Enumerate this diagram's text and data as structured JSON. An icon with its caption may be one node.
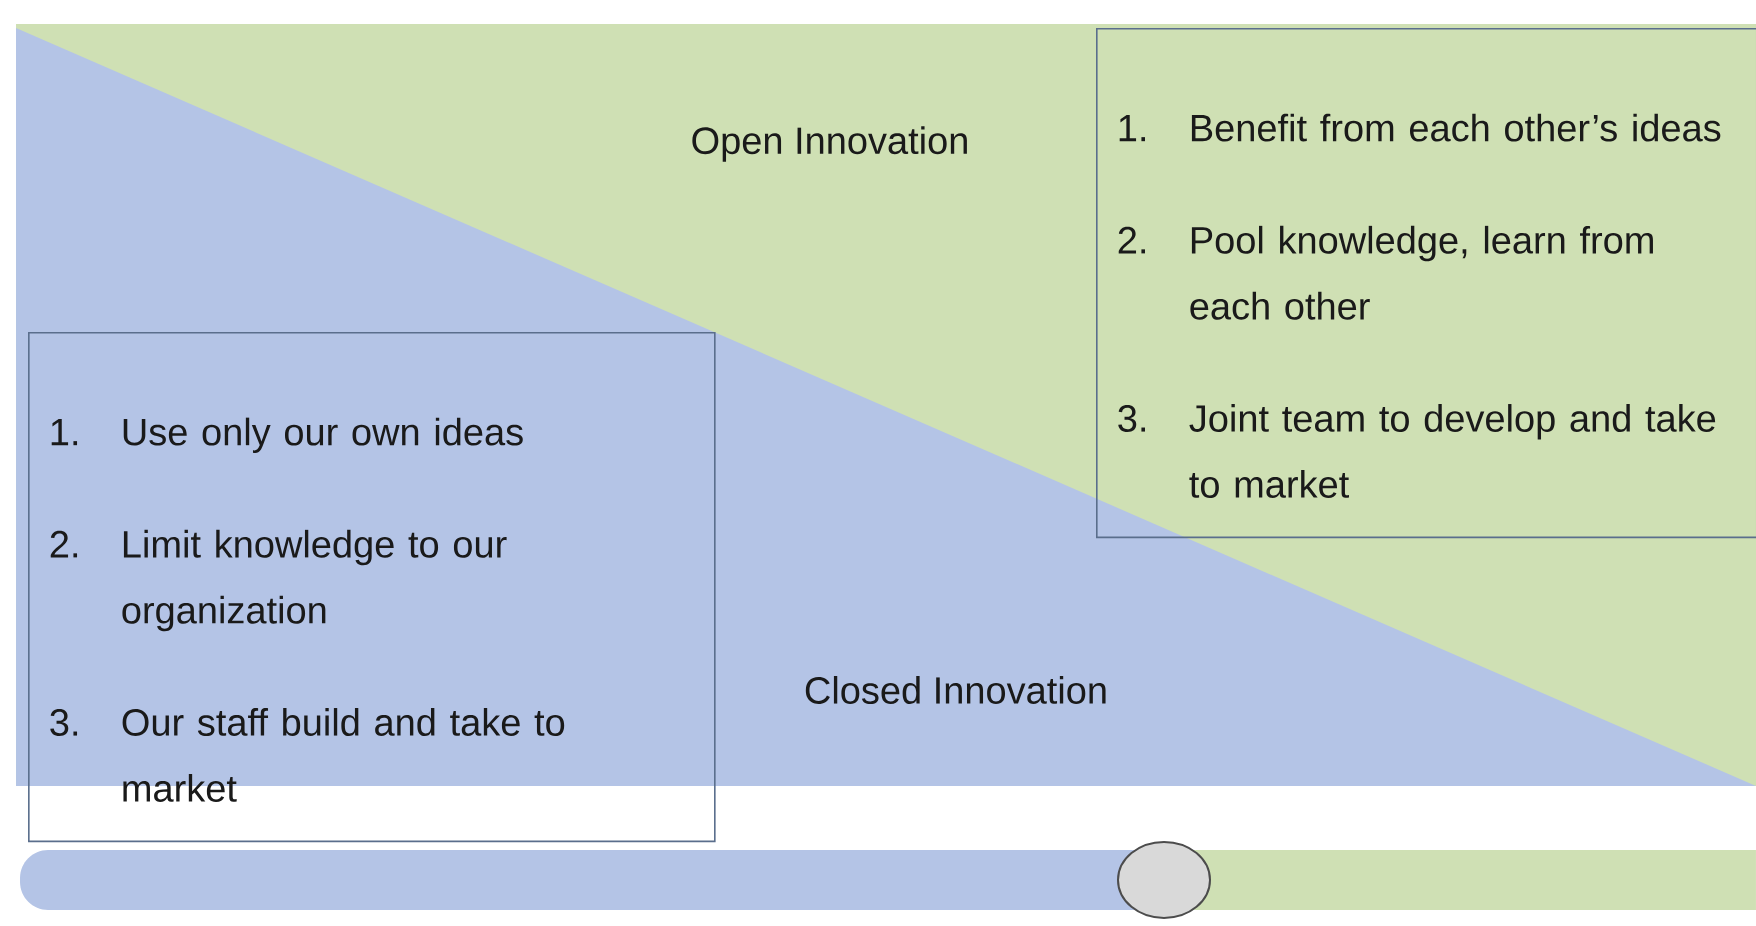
{
  "diagram": {
    "nodes": [
      {
        "text": [
          "1.",
          "Use only our own ideas",
          "2.",
          "Limit knowledge to our organization",
          "3.",
          "Our staff build and take to market"
        ]
      },
      {
        "text": [
          "1.",
          "Benefit from each other’s ideas",
          "2.",
          "Pool knowledge, learn from each other",
          "3.",
          "Joint team to develop and take to market"
        ]
      }
    ],
    "labels": [
      "Open Innovation",
      "Closed Innovation"
    ]
  }
}
